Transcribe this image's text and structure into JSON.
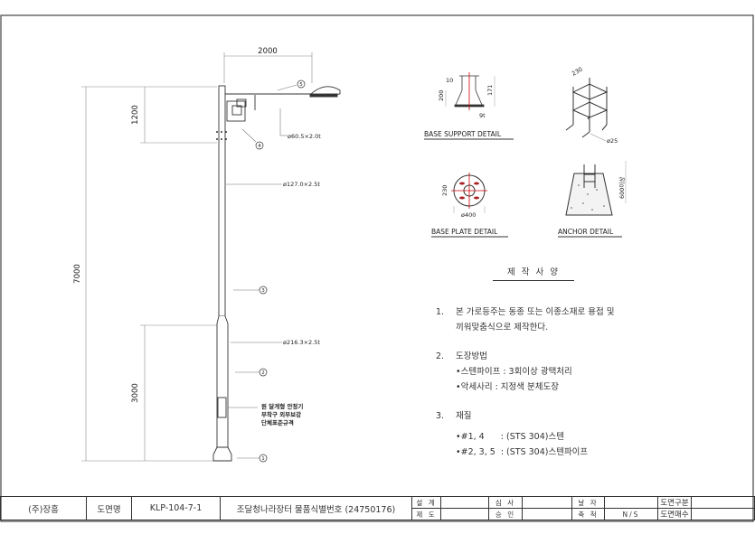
{
  "dimensions": {
    "arm_length": "2000",
    "upper_height": "1200",
    "total_height": "7000",
    "lower_height": "3000"
  },
  "pole_labels": {
    "arm_pipe": "ø60.5×2.0t",
    "upper_pipe": "ø127.0×2.5t",
    "lower_pipe": "ø216.3×2.5t",
    "note_line1": "원 달개형 안정기",
    "note_line2": "부착구 외부보강",
    "note_line3": "단체표준규격",
    "callouts": [
      "1",
      "2",
      "3",
      "4",
      "5"
    ]
  },
  "details": {
    "base_support": {
      "title": "BASE SUPPORT DETAIL",
      "dims": [
        "10",
        "200",
        "171",
        "9t"
      ]
    },
    "anchor_iso": {
      "dims": [
        "230",
        "ø25"
      ]
    },
    "base_plate": {
      "title": "BASE PLATE DETAIL",
      "dims": [
        "230",
        "ø400"
      ]
    },
    "anchor": {
      "title": "ANCHOR DETAIL",
      "dims": [
        "600이상"
      ]
    }
  },
  "spec": {
    "title": "제 작 사 양",
    "items": [
      {
        "num": "1.",
        "lines": [
          "본 가로등주는 동종 또는 이종소재로 용접 및",
          "끼워맞춤식으로 제작한다."
        ]
      },
      {
        "num": "2.",
        "heading": "도장방법",
        "subs": [
          "•스텐파이프 : 3회이상 광택처리",
          "•악세사리 : 지정색 분체도장"
        ]
      },
      {
        "num": "3.",
        "heading": "재질",
        "subs": [
          "•#1, 4      : (STS 304)스텐",
          "•#2, 3, 5  : (STS 304)스텐파이프"
        ]
      }
    ]
  },
  "title_block": {
    "company": "(주)장흥",
    "drawing_name_label": "도면명",
    "drawing_no": "KLP-104-7-1",
    "drawing_title": "조달청나라장터 물품식별번호 (24750176)",
    "design": "설 계",
    "draft": "제 도",
    "review": "심 사",
    "approve": "승 인",
    "date": "날 자",
    "scale_label": "축 척",
    "scale": "N/S",
    "category": "도면구분",
    "sheets": "도면매수"
  }
}
